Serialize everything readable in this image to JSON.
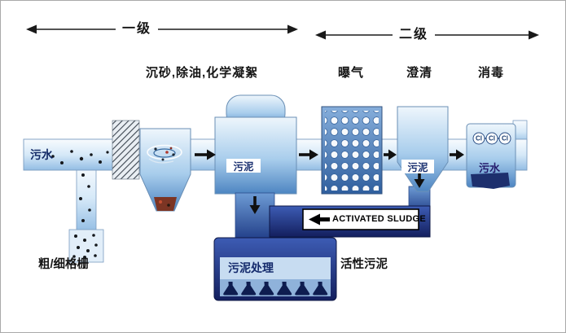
{
  "palette": {
    "water_light": "#f8fbfe",
    "water_mid": "#a8cdec",
    "water_deep": "#4d85c2",
    "navy": "#131f5e",
    "sediment_brown": "#7c3524",
    "arrow_black": "#101010"
  },
  "stages": {
    "primary": "一级",
    "secondary": "二级"
  },
  "process_labels": {
    "pretreatment": "沉砂,除油,化学凝絮",
    "aeration": "曝气",
    "clarification": "澄清",
    "disinfection": "消毒"
  },
  "flow_labels": {
    "influent": "污水",
    "screen": "粗/细格栅",
    "sludge_floc": "污泥",
    "sludge_clarifier": "污泥",
    "activated_sludge_en": "ACTIVATED SLUDGE",
    "sludge_treatment": "污泥处理",
    "activated_sludge_cn": "活性污泥",
    "effluent": "污水",
    "chlorine": "Cl"
  }
}
